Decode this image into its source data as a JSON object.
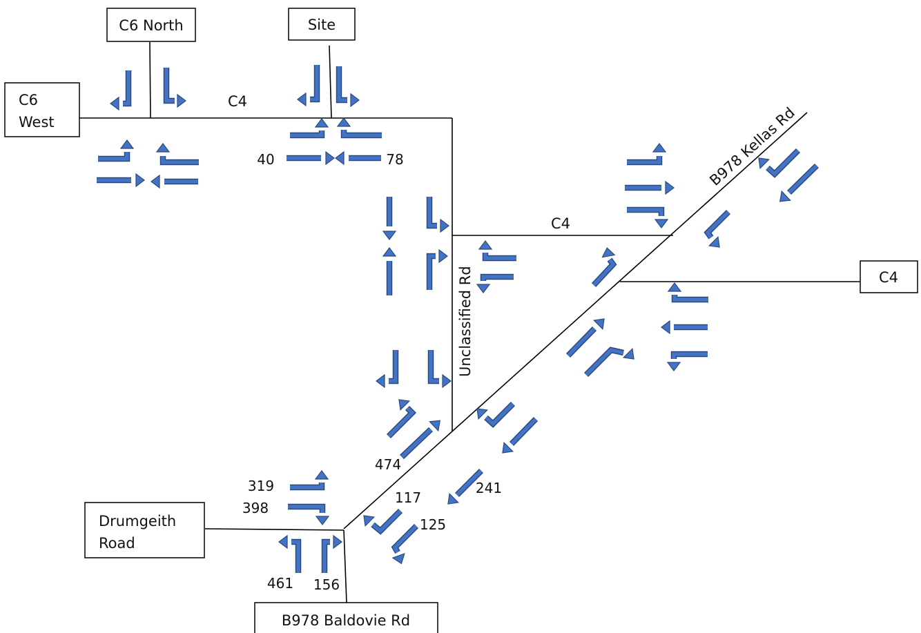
{
  "labels": {
    "c6_north": "C6 North",
    "site": "Site",
    "c6_west_line1": "C6",
    "c6_west_line2": "West",
    "c4_top": "C4",
    "c4_mid": "C4",
    "c4_east": "C4",
    "b978_kellas": "B978 Kellas Rd",
    "unclassified": "Unclassified Rd",
    "drumgeith_line1": "Drumgeith",
    "drumgeith_line2": "Road",
    "b978_baldovie": "B978 Baldovie Rd"
  },
  "flows": {
    "site_c4_through": "40",
    "site_c4_west": "78",
    "unclassified_ne": "474",
    "drumgeith_left": "319",
    "drumgeith_right": "398",
    "kellas_sb_through": "241",
    "kellas_sb_right": "117",
    "kellas_sb_left": "125",
    "baldovie_left": "461",
    "baldovie_right": "156"
  },
  "colors": {
    "arrow_fill": "#4472c4",
    "arrow_outline": "#2b4a7c",
    "road": "#000000"
  }
}
